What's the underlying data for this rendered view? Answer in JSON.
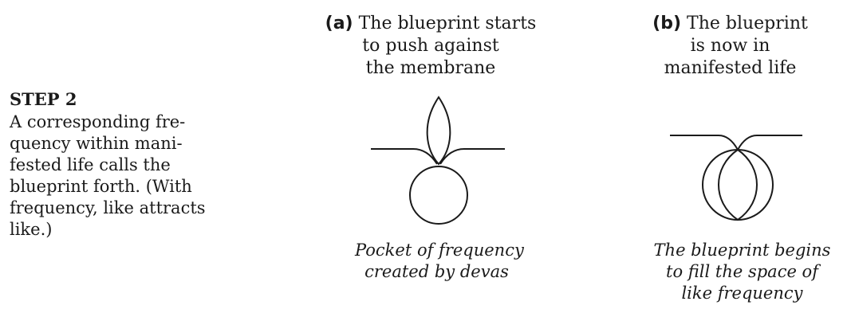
{
  "step": {
    "heading": "STEP 2",
    "lines": [
      "A corresponding fre-",
      "quency within mani-",
      "fested life calls the",
      "blueprint forth. (With",
      "frequency, like attracts",
      "like.)"
    ]
  },
  "panel_a": {
    "tag": "(a)",
    "caption_lines": [
      "The blueprint starts",
      "to push against",
      "the membrane"
    ],
    "figure_caption_lines": [
      "Pocket of frequency",
      "created by devas"
    ]
  },
  "panel_b": {
    "tag": "(b)",
    "caption_lines": [
      "The blueprint",
      "is now in",
      "manifested life"
    ],
    "figure_caption_lines": [
      "The blueprint begins",
      "to fill the space of",
      "like frequency"
    ]
  }
}
